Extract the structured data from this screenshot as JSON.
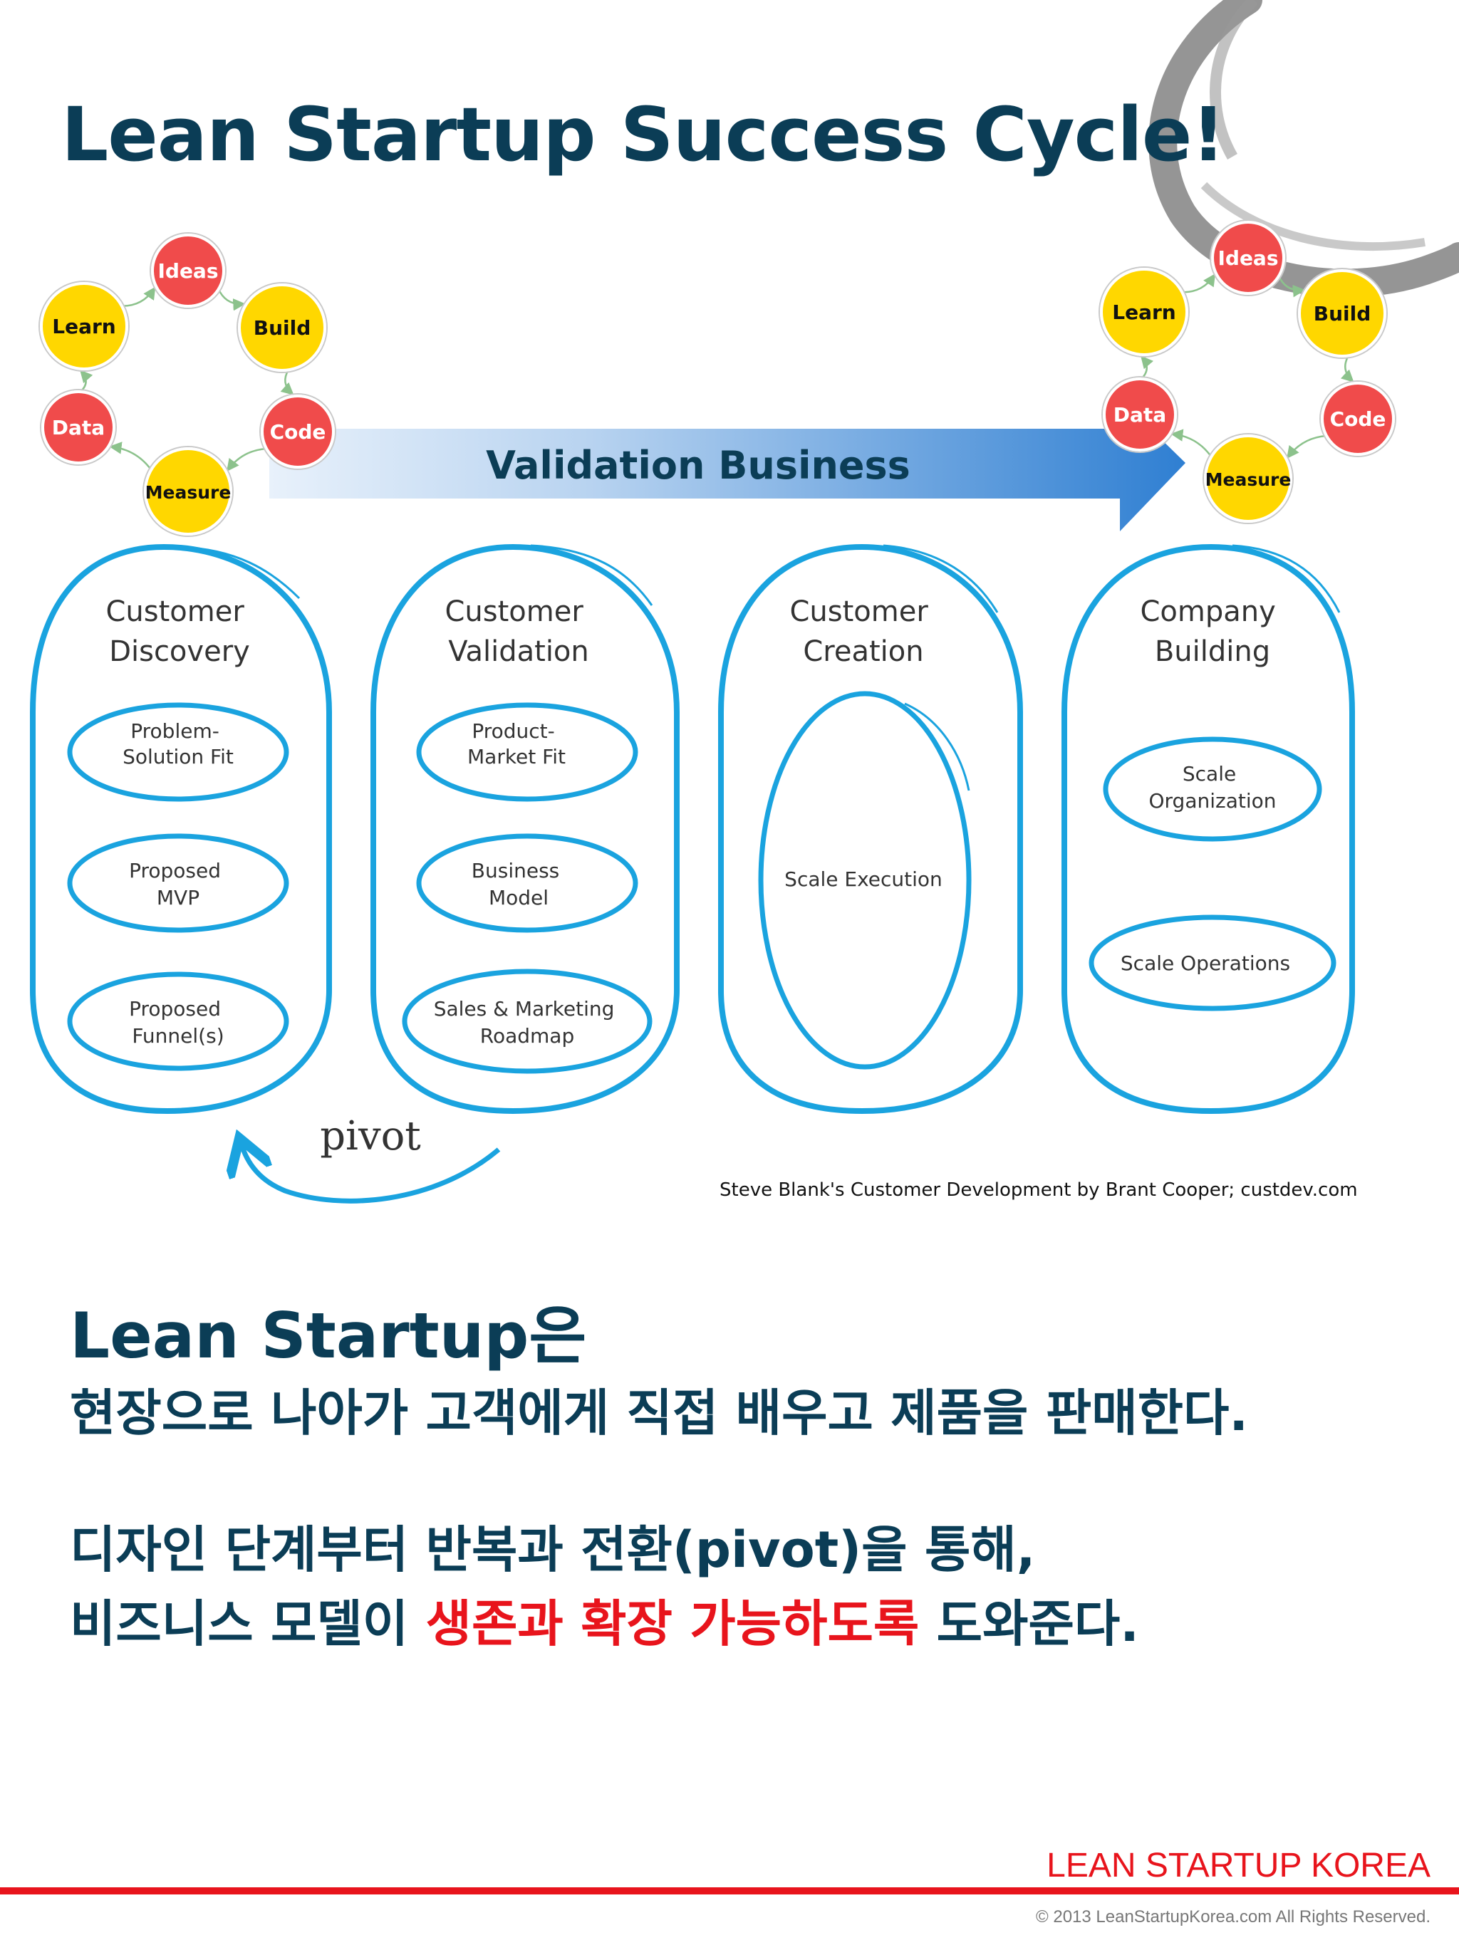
{
  "title": "Lean Startup Success Cycle!",
  "colors": {
    "navy": "#0b3d56",
    "accent_red": "#e8141c",
    "node_red": "#f04b4b",
    "node_yellow": "#ffd700",
    "hand_blue": "#1aa3df"
  },
  "cycles": [
    {
      "nodes": [
        {
          "label": "Ideas",
          "color": "red"
        },
        {
          "label": "Build",
          "color": "yellow"
        },
        {
          "label": "Code",
          "color": "red"
        },
        {
          "label": "Measure",
          "color": "yellow"
        },
        {
          "label": "Data",
          "color": "red"
        },
        {
          "label": "Learn",
          "color": "yellow"
        }
      ]
    },
    {
      "nodes": [
        {
          "label": "Ideas",
          "color": "red"
        },
        {
          "label": "Build",
          "color": "yellow"
        },
        {
          "label": "Code",
          "color": "red"
        },
        {
          "label": "Measure",
          "color": "yellow"
        },
        {
          "label": "Data",
          "color": "red"
        },
        {
          "label": "Learn",
          "color": "yellow"
        }
      ]
    }
  ],
  "arrow_label": "Validation Business",
  "phases": [
    {
      "title": [
        "Customer",
        "Discovery"
      ],
      "items": [
        [
          "Problem-",
          "Solution Fit"
        ],
        [
          "Proposed",
          "MVP"
        ],
        [
          "Proposed",
          "Funnel(s)"
        ]
      ]
    },
    {
      "title": [
        "Customer",
        "Validation"
      ],
      "items": [
        [
          "Product-",
          "Market Fit"
        ],
        [
          "Business",
          "Model"
        ],
        [
          "Sales & Marketing",
          "Roadmap"
        ]
      ]
    },
    {
      "title": [
        "Customer",
        "Creation"
      ],
      "items": [
        [
          "Scale Execution"
        ]
      ]
    },
    {
      "title": [
        "Company",
        "Building"
      ],
      "items": [
        [
          "Scale",
          "Organization"
        ],
        [
          "Scale Operations"
        ]
      ]
    }
  ],
  "pivot_label": "pivot",
  "credit": "Steve Blank's Customer Development by Brant Cooper; custdev.com",
  "body": {
    "line1": "Lean Startup은",
    "line2": "현장으로 나아가 고객에게 직접 배우고 제품을 판매한다.",
    "line3": "디자인 단계부터 반복과 전환(pivot)을 통해,",
    "line4_pre": "비즈니스 모델이 ",
    "line4_highlight": "생존과 확장 가능하도록",
    "line4_post": " 도와준다."
  },
  "footer": {
    "brand": "LEAN STARTUP KOREA",
    "copyright": "© 2013 LeanStartupKorea.com All Rights Reserved."
  }
}
